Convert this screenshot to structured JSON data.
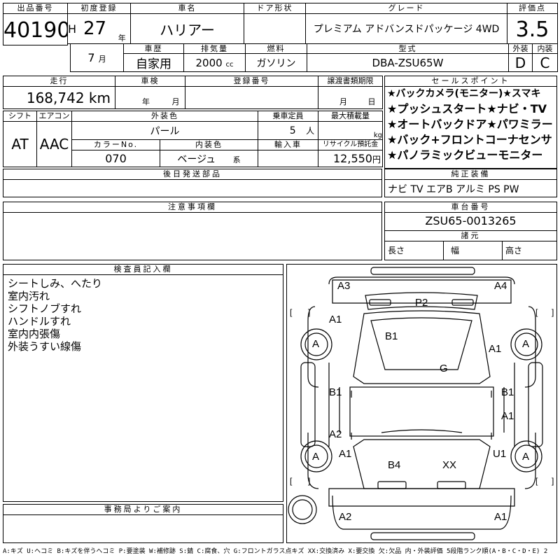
{
  "header": {
    "lot_label": "出品番号",
    "lot_value": "40190",
    "first_reg_label": "初度登録",
    "era": "H",
    "year": "27",
    "year_unit": "年",
    "month": "7",
    "month_unit": "月",
    "name_label": "車名",
    "name_value": "ハリアー",
    "door_label": "ドア形状",
    "door_value": "",
    "grade_label": "グレード",
    "grade_value": "プレミアム アドバンスドパッケージ 4WD",
    "score_label": "評価点",
    "score_value": "3.5",
    "history_label": "車歴",
    "history_value": "自家用",
    "displacement_label": "排気量",
    "displacement_value": "2000",
    "displacement_unit": "cc",
    "fuel_label": "燃料",
    "fuel_value": "ガソリン",
    "model_label": "型式",
    "model_value": "DBA-ZSU65W",
    "ext_label": "外装",
    "ext_value": "D",
    "int_label": "内装",
    "int_value": "C"
  },
  "row2": {
    "mileage_label": "走行",
    "mileage_value": "168,742",
    "mileage_unit": "km",
    "inspection_label": "車検",
    "insp_year_unit": "年",
    "insp_month_unit": "月",
    "regno_label": "登録番号",
    "transfer_label": "譲渡書類期限",
    "transfer_month_unit": "月",
    "transfer_day_unit": "日"
  },
  "row3": {
    "shift_label": "シフト",
    "shift_value": "AT",
    "ac_label": "エアコン",
    "ac_value": "AAC",
    "color_label": "外装色",
    "color_value": "パール",
    "seats_label": "乗車定員",
    "seats_value": "5",
    "seats_unit": "人",
    "load_label": "最大積載量",
    "load_unit": "kg",
    "colorno_label": "カラーNo.",
    "colorno_value": "070",
    "intcolor_label": "内装色",
    "intcolor_value": "ベージュ",
    "intcolor_unit": "系",
    "import_label": "輸入車",
    "recycle_label": "リサイクル預託金",
    "recycle_value": "12,550",
    "recycle_unit": "円"
  },
  "later_parts_label": "後日発送部品",
  "notes_label": "注意事項欄",
  "sales": {
    "label": "セールスポイント",
    "lines": [
      "★バックカメラ(モニター)★スマキ",
      "★プッシュスタート★ナビ・TV",
      "★オートバックドア★パワミラー",
      "★バック+フロントコーナセンサ",
      "★パノラミックビューモニター"
    ]
  },
  "equipment": {
    "label": "純正装備",
    "value": "ナビ TV エアB アルミ PS PW"
  },
  "chassis": {
    "label": "車台番号",
    "value": "ZSU65-0013265"
  },
  "dims": {
    "label": "諸元",
    "length": "長さ",
    "width": "幅",
    "height": "高さ"
  },
  "inspector": {
    "label": "検査員記入欄",
    "lines": [
      "シートしみ、へたり",
      "室内汚れ",
      "シフトノブすれ",
      "ハンドルすれ",
      "室内内張傷",
      "外装うすい線傷"
    ]
  },
  "office": {
    "label": "事務局よりご案内"
  },
  "diagram": {
    "marks": [
      {
        "t": "A3"
      },
      {
        "t": "A4"
      },
      {
        "t": "P2"
      },
      {
        "t": "A1"
      },
      {
        "t": "A"
      },
      {
        "t": "B1"
      },
      {
        "t": "A1"
      },
      {
        "t": "A"
      },
      {
        "t": "G"
      },
      {
        "t": "B1"
      },
      {
        "t": "B1"
      },
      {
        "t": "A1"
      },
      {
        "t": "A2"
      },
      {
        "t": "A1"
      },
      {
        "t": "U1"
      },
      {
        "t": "A"
      },
      {
        "t": "A"
      },
      {
        "t": "B4"
      },
      {
        "t": "XX"
      },
      {
        "t": "A2"
      },
      {
        "t": "A1"
      }
    ]
  },
  "legend": "A:キズ U:ヘコミ B:キズを伴うヘコミ P:要塗装 W:補修跡 S:錆 C:腐食、穴 G:フロントガラス点キズ XX:交換済み X:要交換 欠:欠品 内・外装評価 5段階ランク順(A・B・C・D・E) 2"
}
